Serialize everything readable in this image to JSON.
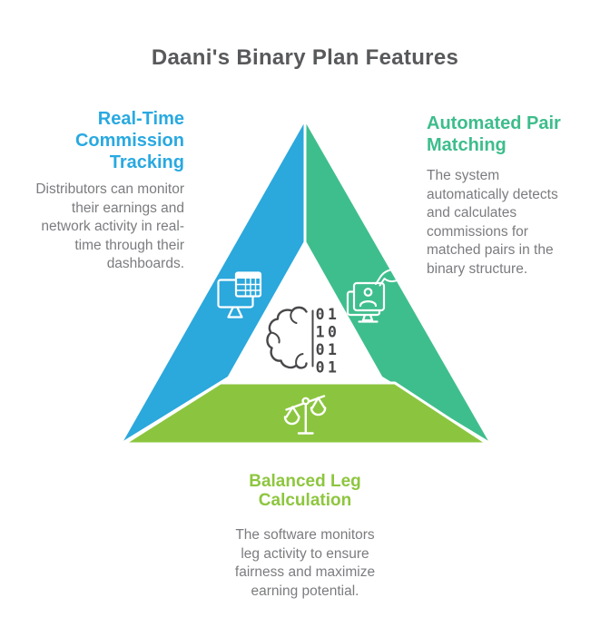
{
  "title": "Daani's Binary Plan Features",
  "colors": {
    "band_blue": "#2ba8dc",
    "band_green": "#3fbe8d",
    "band_lime": "#8bc53f",
    "heading_blue": "#29a9e1",
    "heading_green": "#3dbd8c",
    "heading_lime": "#8dc63f",
    "title_gray": "#58595b",
    "body_gray": "#7b7c7f",
    "center_gray": "#48484b",
    "icon_stroke": "#ffffff"
  },
  "features": {
    "left": {
      "heading": "Real-Time\nCommission\nTracking",
      "body": "Distributors can monitor\ntheir earnings and\nnetwork activity in real-\ntime through their\ndashboards."
    },
    "right": {
      "heading": "Automated Pair\nMatching",
      "body": "The system\nautomatically detects\nand calculates\ncommissions for\nmatched pairs in the\nbinary structure."
    },
    "bottom": {
      "heading": "Balanced Leg\nCalculation",
      "body": "The software monitors\nleg activity to ensure\nfairness and maximize\nearning potential."
    }
  },
  "center": {
    "binary_rows": [
      "01",
      "10",
      "01",
      "01"
    ]
  },
  "icon_names": {
    "left": "monitor-spreadsheet-icon",
    "right": "monitor-profile-hand-icon",
    "bottom": "balance-scale-icon",
    "center": "brain-binary-icon"
  }
}
